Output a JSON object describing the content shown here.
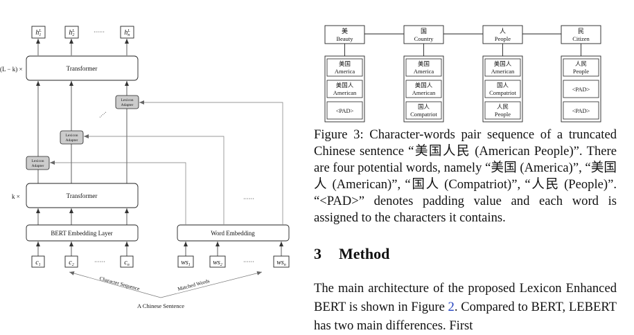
{
  "arch": {
    "outputs": [
      "h",
      "h",
      "h"
    ],
    "output_sub": [
      "1",
      "2",
      "n"
    ],
    "output_sup": "L",
    "ellipsis": "······",
    "top_multiplier": "(L − k) ×",
    "transformer_top": "Transformer",
    "transformer_bottom": "Transformer",
    "bottom_multiplier": "k ×",
    "adapter_line1": "Lexicon",
    "adapter_line2": "Adapter",
    "dots_diag": "·····",
    "right_dots": "······",
    "bert_embedding": "BERT Embedding Layer",
    "word_embedding": "Word Embedding",
    "char_inputs": [
      "c",
      "c",
      "c"
    ],
    "char_sub": [
      "1",
      "2",
      "n"
    ],
    "word_inputs": [
      "ws",
      "ws",
      "ws"
    ],
    "word_sub": [
      "1",
      "2",
      "n"
    ],
    "label_chars": "Character Sequence",
    "label_words": "Matched Words",
    "sentence": "A Chinese Sentence"
  },
  "pairs": {
    "chars": [
      {
        "zh": "美",
        "en": "Beauty"
      },
      {
        "zh": "国",
        "en": "Country"
      },
      {
        "zh": "人",
        "en": "People"
      },
      {
        "zh": "民",
        "en": "Citizen"
      }
    ],
    "words": [
      [
        {
          "zh": "美国",
          "en": "America"
        },
        {
          "zh": "美国人",
          "en": "American"
        },
        {
          "zh": "",
          "en": "<PAD>"
        }
      ],
      [
        {
          "zh": "美国",
          "en": "America"
        },
        {
          "zh": "美国人",
          "en": "American"
        },
        {
          "zh": "国人",
          "en": "Compatriot"
        }
      ],
      [
        {
          "zh": "美国人",
          "en": "American"
        },
        {
          "zh": "国人",
          "en": "Compatriot"
        },
        {
          "zh": "人民",
          "en": "People"
        }
      ],
      [
        {
          "zh": "人民",
          "en": "People"
        },
        {
          "zh": "",
          "en": "<PAD>"
        },
        {
          "zh": "",
          "en": "<PAD>"
        }
      ]
    ]
  },
  "caption": "Figure 3:  Character-words pair sequence of a truncated Chinese sentence “美国人民 (American People)”. There are four potential words, namely “美国 (America)”, “美国人 (American)”, “国人 (Compatriot)”, “人民 (People)”.  “<PAD>” denotes padding value and each word is assigned to the characters it contains.",
  "section": {
    "number": "3",
    "title": "Method"
  },
  "body": {
    "before_ref": "The main architecture of the proposed Lexicon Enhanced BERT is shown in Figure ",
    "ref": "2",
    "after_ref": ". Compared to BERT, LEBERT has two main differences. First"
  }
}
